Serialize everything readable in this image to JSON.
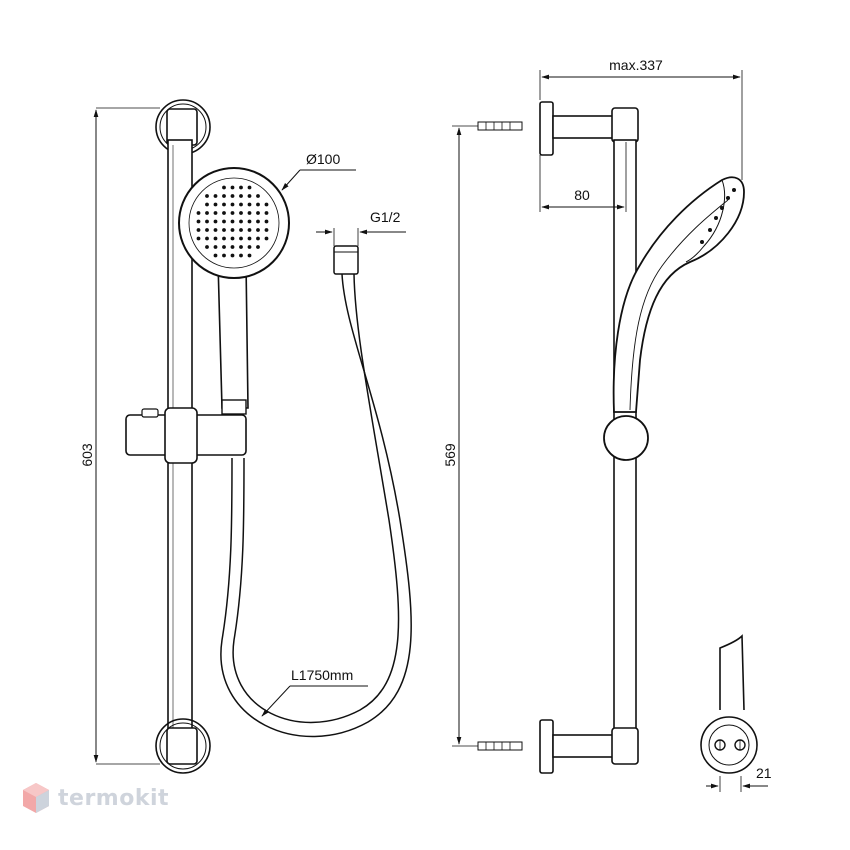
{
  "dimensions": {
    "rail_height": "603",
    "head_diameter": "Ø100",
    "thread": "G1/2",
    "hose_length": "L1750mm",
    "max_depth": "max.337",
    "wall_offset": "80",
    "bracket_spacing": "569",
    "bracket_width": "21"
  },
  "watermark": {
    "text": "termokit",
    "icon": "cube-logo-icon"
  },
  "colors": {
    "line": "#111111",
    "watermark": "#cfd4dc",
    "logo": "#f2a8a8"
  }
}
